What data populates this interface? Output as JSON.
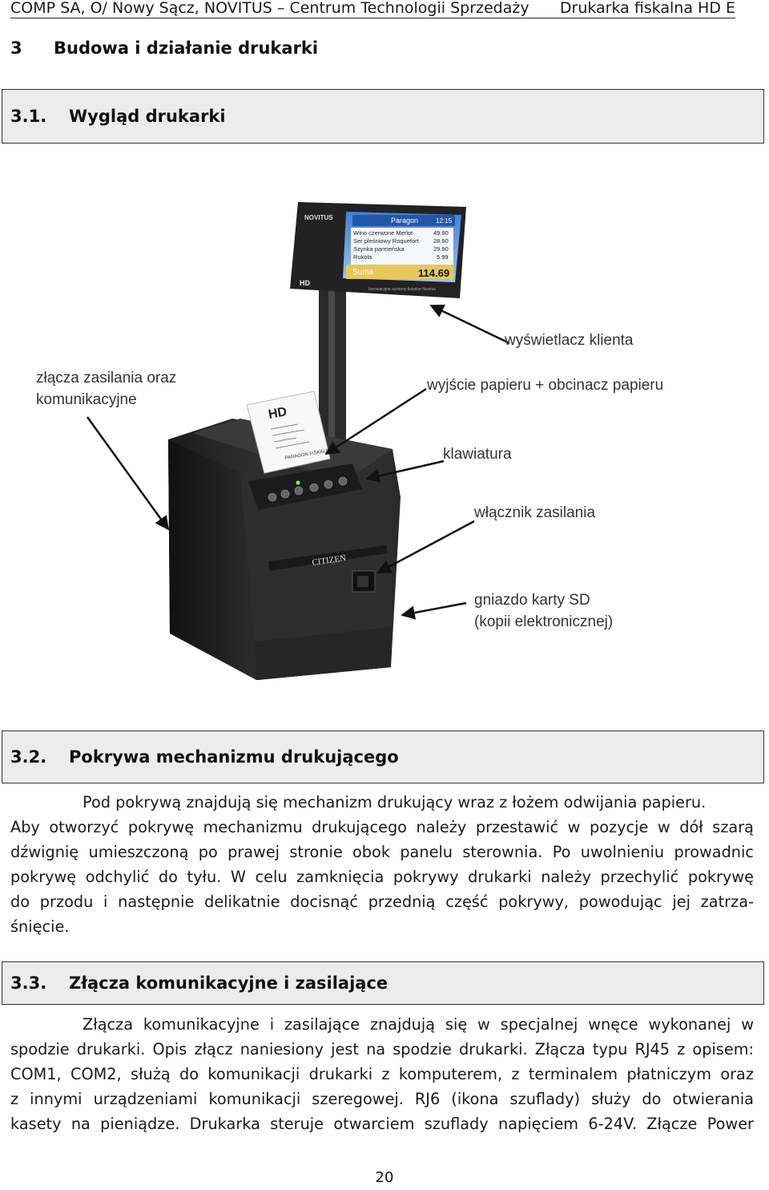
{
  "header": {
    "left": "COMP SA, O/ Nowy Sącz, NOVITUS – Centrum Technologii Sprzedaży",
    "right": "Drukarka fiskalna HD E"
  },
  "chapter": {
    "number": "3",
    "title": "Budowa i działanie drukarki"
  },
  "section1": {
    "number": "3.1.",
    "title": "Wygląd drukarki"
  },
  "figure": {
    "labels": {
      "display": "wyświetlacz klienta",
      "connectors_line1": "złącza zasilania oraz",
      "connectors_line2": "komunikacyjne",
      "paper_exit": "wyjście papieru + obcinacz papieru",
      "keyboard": "klawiatura",
      "power_switch": "włącznik zasilania",
      "sd_line1": "gniazdo karty SD",
      "sd_line2": "(kopii elektronicznej)"
    },
    "screen": {
      "brand": "NOVITUS",
      "title": "Paragon",
      "time": "12:15",
      "items": [
        {
          "name": "Wino czerwone Merlot",
          "price": "49.90"
        },
        {
          "name": "Ser pleśniowy Roquefort",
          "price": "28.90"
        },
        {
          "name": "Szynka parmeńska",
          "price": "29.90"
        },
        {
          "name": "Rukola",
          "price": "5.99"
        }
      ],
      "sum_label": "Suma",
      "sum_value": "114.69",
      "footer": "Innowacyjne systemy fiskalne Novitus",
      "model": "HD"
    },
    "receipt": {
      "logo": "HD",
      "line": "PARAGON FISKALNY"
    },
    "printer_brand": "CITIZEN"
  },
  "section2": {
    "number": "3.2.",
    "title": "Pokrywa mechanizmu drukującego",
    "lines": [
      "Pod pokrywą znajdują się mechanizm drukujący wraz z łożem odwijania papieru.",
      "Aby otworzyć pokrywę mechanizmu drukującego należy przestawić w pozycje w dół szarą",
      "dźwignię umieszczoną po prawej stronie obok panelu sterownia. Po uwolnieniu prowadnic",
      "pokrywę odchylić do tyłu. W celu zamknięcia pokrywy drukarki należy przechylić pokrywę",
      "do przodu i następnie delikatnie docisnąć przednią część pokrywy, powodując jej zatrza-",
      "śnięcie."
    ]
  },
  "section3": {
    "number": "3.3.",
    "title": "Złącza komunikacyjne i zasilające",
    "lines": [
      "Złącza komunikacyjne i zasilające znajdują się w specjalnej wnęce wykonanej w",
      "spodzie drukarki. Opis złącz naniesiony jest na spodzie drukarki. Złącza typu RJ45 z opisem:",
      "COM1, COM2, służą do komunikacji drukarki z komputerem, z terminalem płatniczym oraz",
      "z innymi urządzeniami komunikacji szeregowej. RJ6 (ikona szuflady) służy do otwierania",
      "kasety na pieniądze. Drukarka steruje otwarciem szuflady napięciem 6-24V. Złącze Power"
    ]
  },
  "page_number": "20"
}
